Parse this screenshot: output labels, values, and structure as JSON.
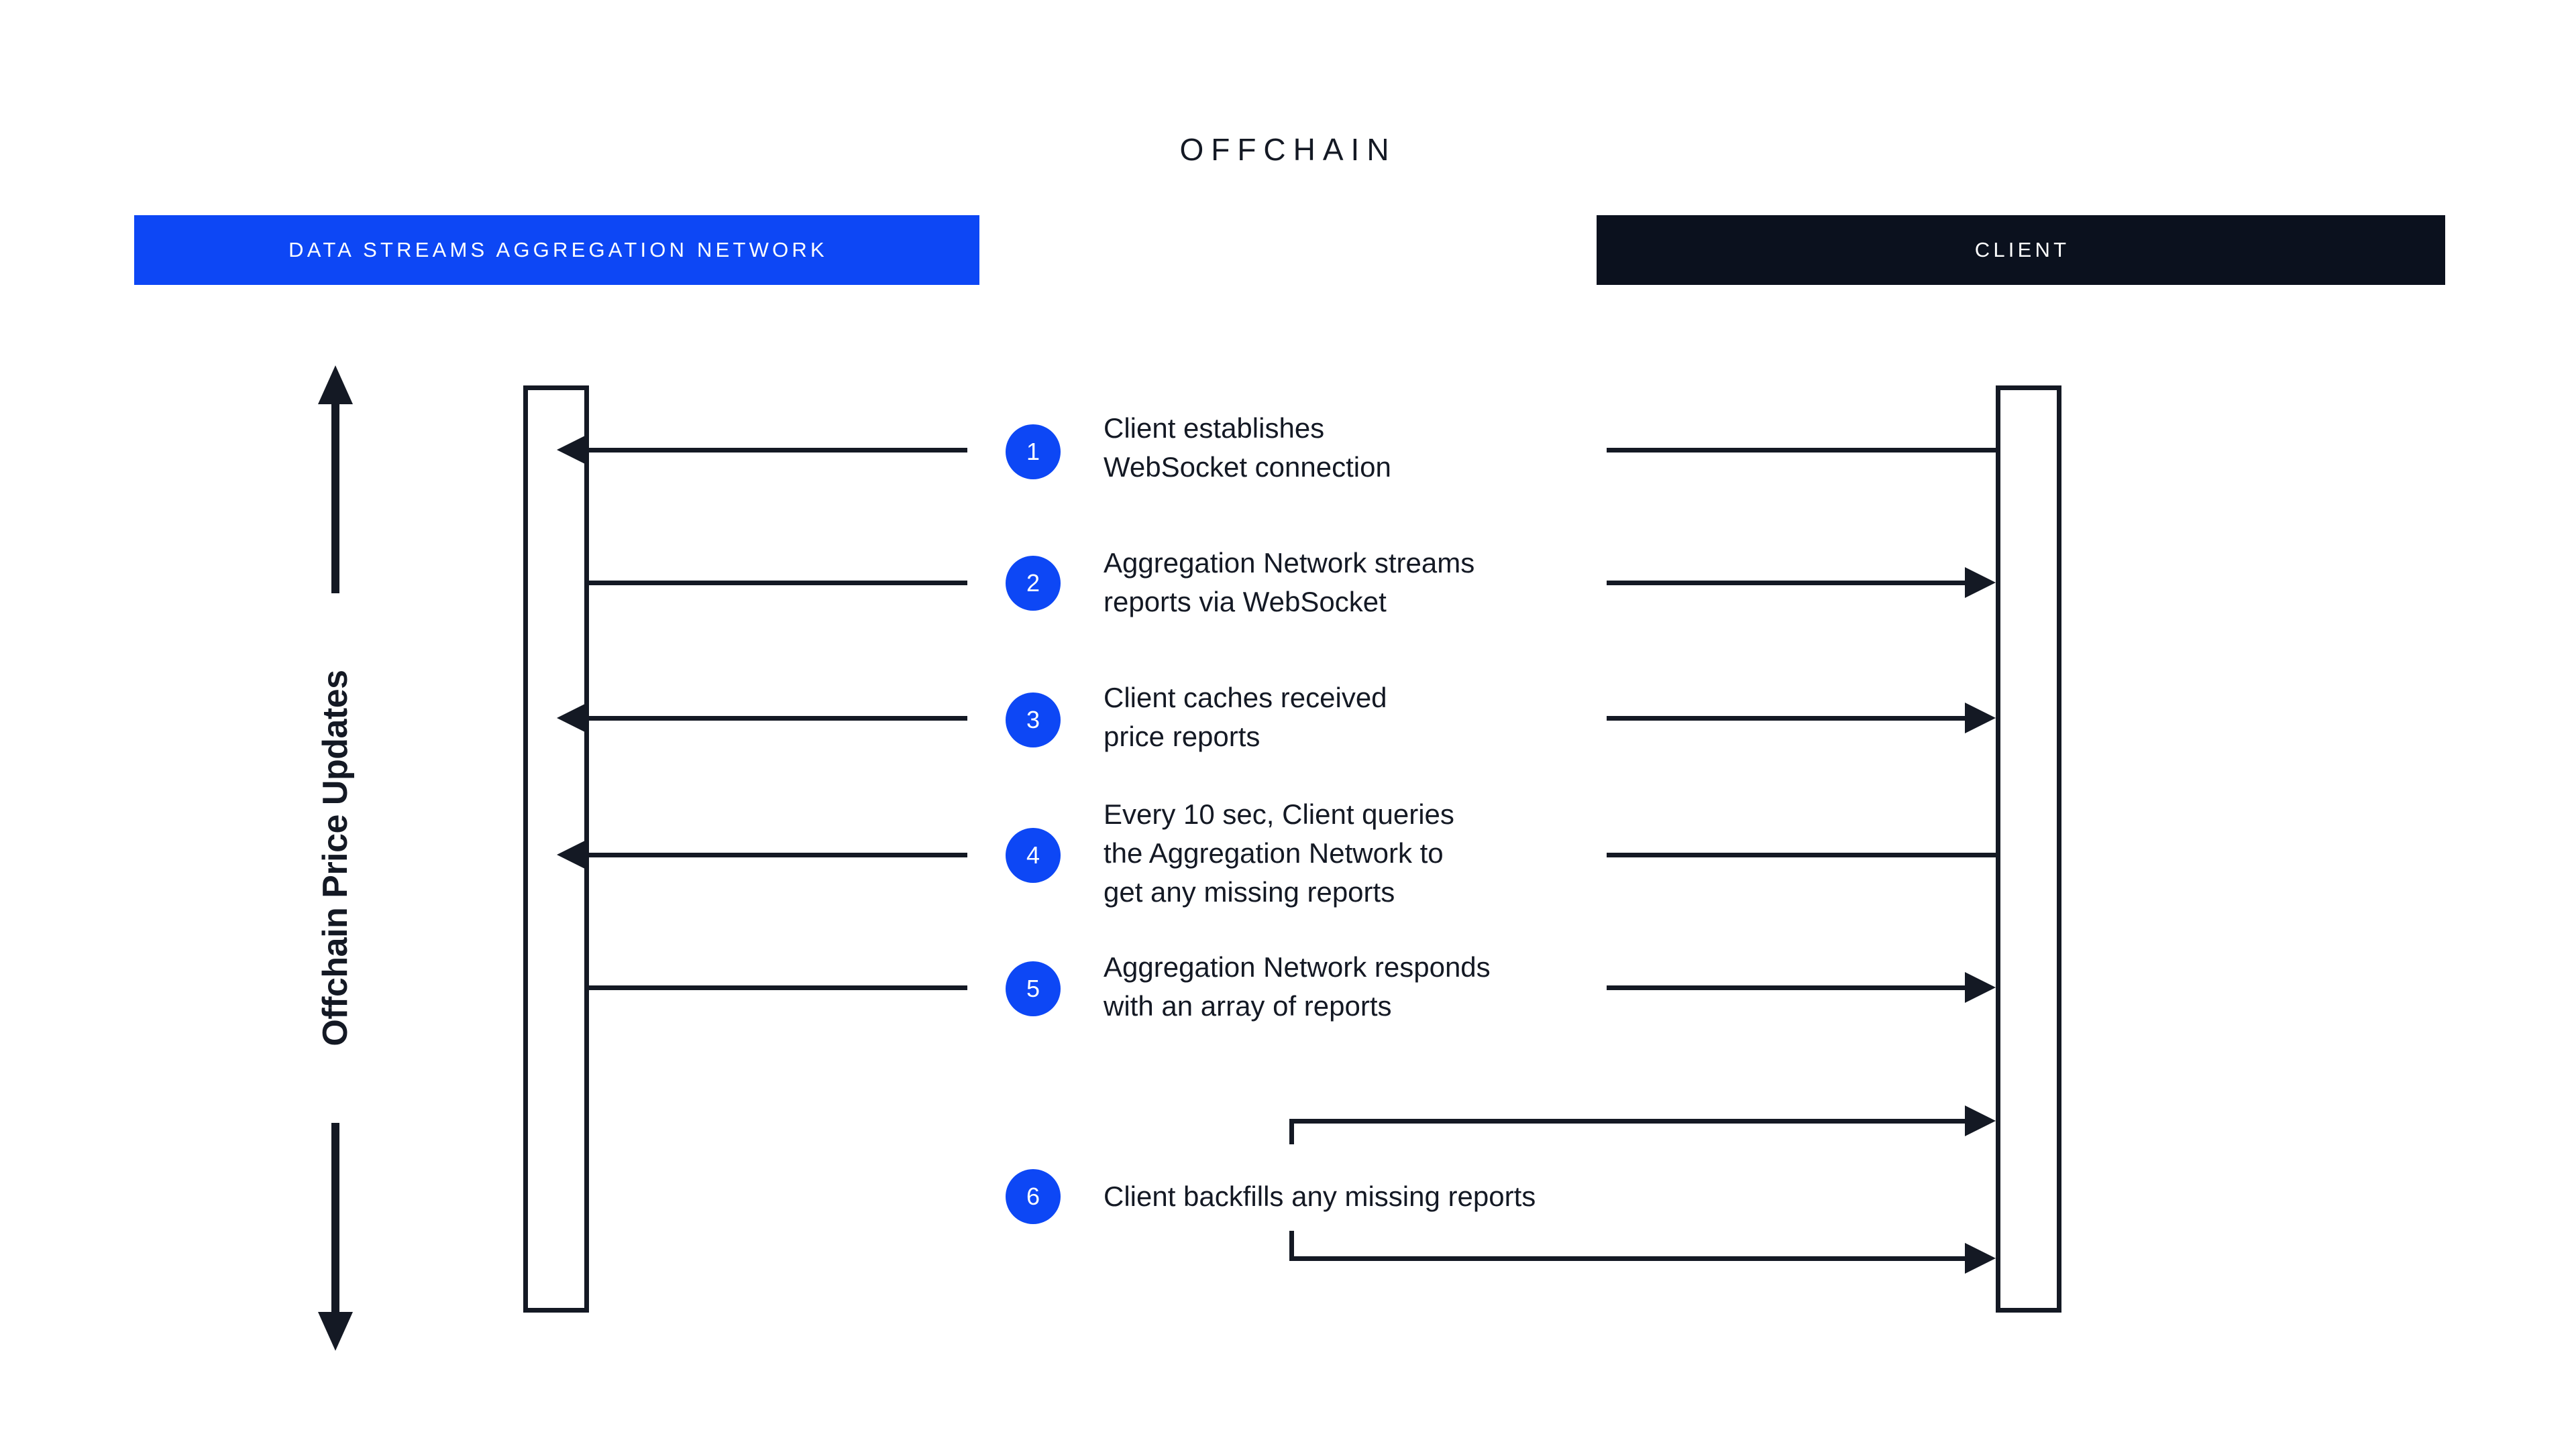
{
  "diagram": {
    "title": "OFFCHAIN",
    "lanes": {
      "left": {
        "banner_label": "DATA STREAMS AGGREGATION NETWORK",
        "banner_color": "#0D47F5",
        "banner_text_color": "#FFFFFF"
      },
      "right": {
        "banner_label": "CLIENT",
        "banner_color": "#0B111E",
        "banner_text_color": "#FFFFFF"
      }
    },
    "axis": {
      "label": "Offchain Price Updates",
      "direction": "bidirectional"
    },
    "colors": {
      "accent_blue": "#0D47F5",
      "ink": "#141924",
      "dark": "#0B111E",
      "background": "#FFFFFF"
    },
    "steps": [
      {
        "number": "1",
        "text": "Client establishes\nWebSocket connection",
        "left_arrowhead": true,
        "right_arrowhead": false
      },
      {
        "number": "2",
        "text": "Aggregation Network streams\nreports via WebSocket",
        "left_arrowhead": false,
        "right_arrowhead": true
      },
      {
        "number": "3",
        "text": "Client caches received\nprice reports",
        "left_arrowhead": true,
        "right_arrowhead": true
      },
      {
        "number": "4",
        "text": "Every 10 sec, Client queries\nthe Aggregation Network to\nget any missing reports",
        "left_arrowhead": true,
        "right_arrowhead": false
      },
      {
        "number": "5",
        "text": "Aggregation Network responds\nwith an array of reports",
        "left_arrowhead": false,
        "right_arrowhead": true
      },
      {
        "number": "6",
        "text": "Client backfills any missing reports",
        "left_arrowhead": false,
        "right_arrowhead": true
      }
    ]
  }
}
